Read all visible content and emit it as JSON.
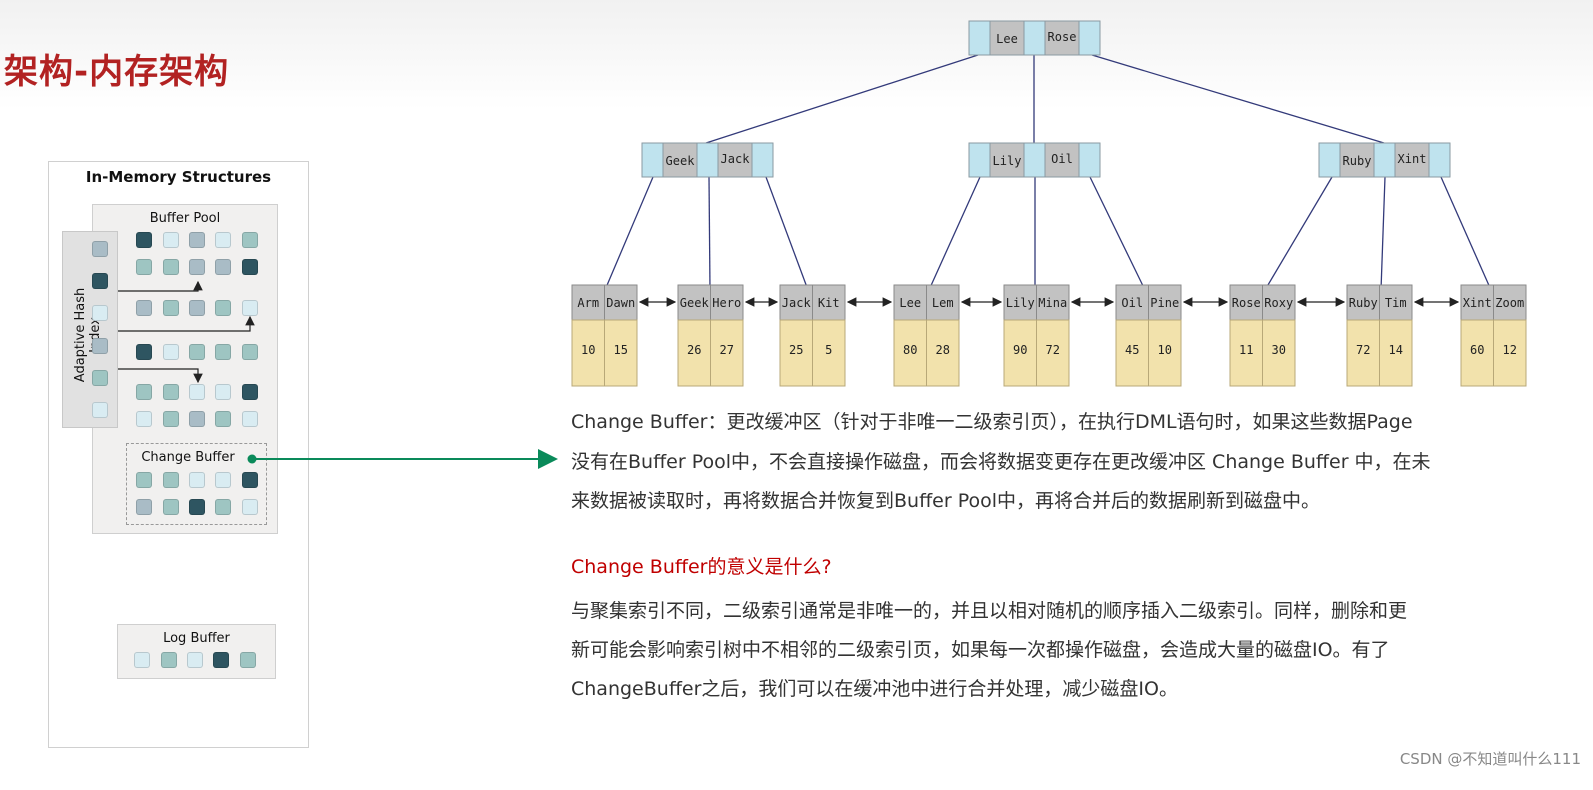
{
  "title": "架构-内存架构",
  "diagram": {
    "in_memory_title": "In-Memory Structures",
    "buffer_pool_title": "Buffer Pool",
    "adaptive_hash_index_label": "Adaptive Hash Index",
    "change_buffer_label": "Change Buffer",
    "log_buffer_label": "Log Buffer",
    "colors": {
      "dark": "#2e5561",
      "mid": "#9ec5c2",
      "gray": "#a9bcc6",
      "light": "#d9ecf2",
      "arrow": "#0a8a5a",
      "tree_line": "#333a7a",
      "key_gray": "#c2c2c2",
      "key_blue": "#bfe3ee",
      "leaf_body": "#f2e2ac"
    },
    "buffer_pool_rows": [
      [
        "dark",
        "light",
        "gray",
        "light",
        "mid"
      ],
      [
        "mid",
        "mid",
        "gray",
        "gray",
        "dark"
      ],
      [
        "gray",
        "mid",
        "gray",
        "mid",
        "light"
      ],
      [
        "dark",
        "light",
        "mid",
        "mid",
        "mid"
      ],
      [
        "mid",
        "mid",
        "light",
        "light",
        "dark"
      ],
      [
        "light",
        "mid",
        "gray",
        "mid",
        "light"
      ]
    ],
    "ahi_cells": [
      "gray",
      "dark",
      "light",
      "gray",
      "mid",
      "light"
    ],
    "change_buffer_rows": [
      [
        "mid",
        "mid",
        "light",
        "light",
        "dark"
      ],
      [
        "gray",
        "mid",
        "dark",
        "mid",
        "light"
      ]
    ],
    "log_buffer_cells": [
      "light",
      "mid",
      "light",
      "dark",
      "mid"
    ]
  },
  "btree": {
    "root": [
      "Lee",
      "Rose"
    ],
    "internal": [
      [
        "Geek",
        "Jack"
      ],
      [
        "Lily",
        "Oil"
      ],
      [
        "Ruby",
        "Xint"
      ]
    ],
    "leaves": [
      {
        "keys": [
          "Arm",
          "Dawn"
        ],
        "values": [
          "10",
          "15"
        ]
      },
      {
        "keys": [
          "Geek",
          "Hero"
        ],
        "values": [
          "26",
          "27"
        ]
      },
      {
        "keys": [
          "Jack",
          "Kit"
        ],
        "values": [
          "25",
          "5"
        ]
      },
      {
        "keys": [
          "Lee",
          "Lem"
        ],
        "values": [
          "80",
          "28"
        ]
      },
      {
        "keys": [
          "Lily",
          "Mina"
        ],
        "values": [
          "90",
          "72"
        ]
      },
      {
        "keys": [
          "Oil",
          "Pine"
        ],
        "values": [
          "45",
          "10"
        ]
      },
      {
        "keys": [
          "Rose",
          "Roxy"
        ],
        "values": [
          "11",
          "30"
        ]
      },
      {
        "keys": [
          "Ruby",
          "Tim"
        ],
        "values": [
          "72",
          "14"
        ]
      },
      {
        "keys": [
          "Xint",
          "Zoom"
        ],
        "values": [
          "60",
          "12"
        ]
      }
    ]
  },
  "text": {
    "p1_line1": "Change Buffer：更改缓冲区（针对于非唯一二级索引页），在执行DML语句时，如果这些数据Page",
    "p1_line2": "没有在Buffer Pool中，不会直接操作磁盘，而会将数据变更存在更改缓冲区 Change Buffer 中，在未",
    "p1_line3": "来数据被读取时，再将数据合并恢复到Buffer Pool中，再将合并后的数据刷新到磁盘中。",
    "question": "Change Buffer的意义是什么?",
    "p2_line1": "与聚集索引不同，二级索引通常是非唯一的，并且以相对随机的顺序插入二级索引。同样，删除和更",
    "p2_line2": "新可能会影响索引树中不相邻的二级索引页，如果每一次都操作磁盘，会造成大量的磁盘IO。有了",
    "p2_line3": "ChangeBuffer之后，我们可以在缓冲池中进行合并处理，减少磁盘IO。"
  },
  "watermark": "CSDN @不知道叫什么111"
}
